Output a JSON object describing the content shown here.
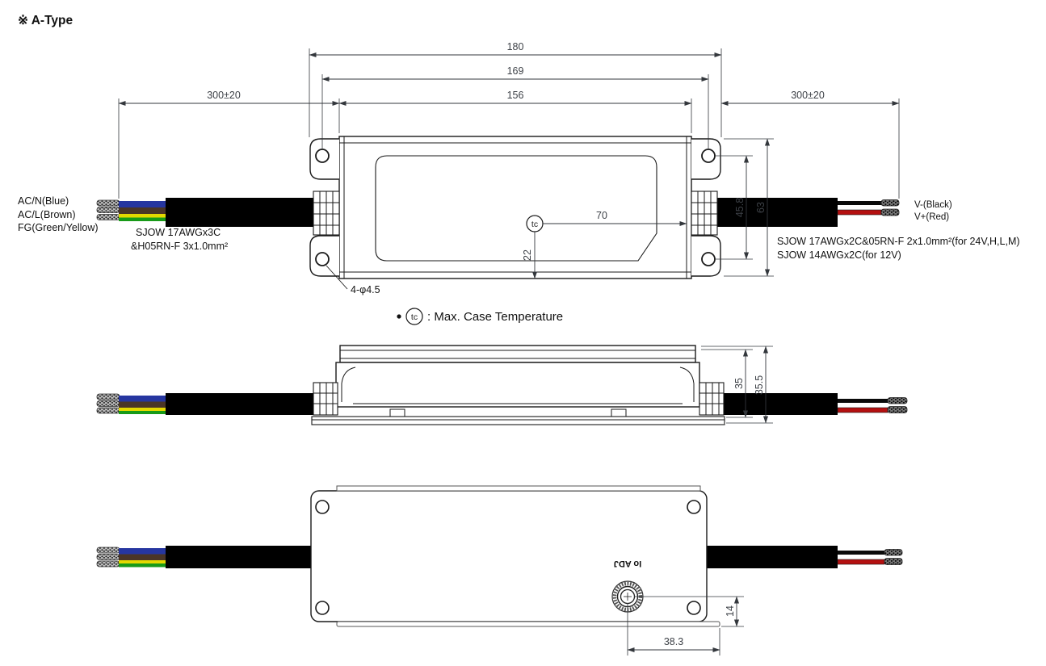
{
  "title": "※ A-Type",
  "dims": {
    "width_overall": "180",
    "width_mount_holes": "169",
    "width_body": "156",
    "cable_input_length": "300±20",
    "cable_output_length": "300±20",
    "hole_spacing_vertical": "45.8",
    "height_overall": "63",
    "tc_offset_x": "70",
    "tc_offset_y": "22",
    "mount_holes": "4-φ4.5",
    "side_height_body": "35",
    "side_height_total": "35.5",
    "adj_offset_x": "38.3",
    "adj_offset_y": "14"
  },
  "wire_labels": {
    "ac_n": "AC/N(Blue)",
    "ac_l": "AC/L(Brown)",
    "fg": "FG(Green/Yellow)",
    "input_spec_line1": "SJOW 17AWGx3C",
    "input_spec_line2": "&H05RN-F 3x1.0mm²",
    "v_minus": "V-(Black)",
    "v_plus": "V+(Red)",
    "output_spec_line1": "SJOW 17AWGx2C&05RN-F 2x1.0mm²(for 24V,H,L,M)",
    "output_spec_line2": "SJOW 14AWGx2C(for 12V)"
  },
  "annotations": {
    "tc_symbol": "tc",
    "tc_note": ": Max. Case Temperature",
    "adj_label": "Io ADJ"
  },
  "colors": {
    "line": "#1a1a1a",
    "dim_text": "#3d4147",
    "wire_blue": "#2636a0",
    "wire_brown": "#4a3526",
    "wire_yellow": "#e3d800",
    "wire_green": "#189a18",
    "wire_red": "#b41010",
    "cable_black": "#000000"
  }
}
